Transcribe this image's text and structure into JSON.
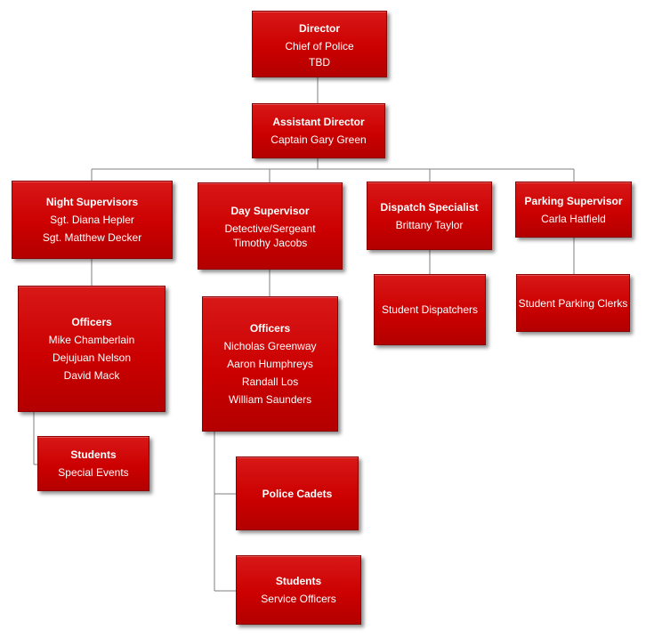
{
  "colors": {
    "box_fill": "#cc0000",
    "connector": "#7f7f7f",
    "text": "#ffffff"
  },
  "director": {
    "title": "Director",
    "lines": [
      "Chief of Police",
      "TBD"
    ]
  },
  "assistant_director": {
    "title": "Assistant Director",
    "lines": [
      "Captain Gary Green"
    ]
  },
  "night_supervisors": {
    "title": "Night Supervisors",
    "lines": [
      "Sgt. Diana Hepler",
      "Sgt. Matthew Decker"
    ]
  },
  "day_supervisor": {
    "title": "Day Supervisor",
    "lines": [
      "Detective/Sergeant",
      "Timothy Jacobs"
    ]
  },
  "dispatch_specialist": {
    "title": "Dispatch Specialist",
    "lines": [
      "Brittany Taylor"
    ]
  },
  "parking_supervisor": {
    "title": "Parking Supervisor",
    "lines": [
      "Carla Hatfield"
    ]
  },
  "night_officers": {
    "title": "Officers",
    "lines": [
      "Mike Chamberlain",
      "Dejujuan Nelson",
      "David Mack"
    ]
  },
  "day_officers": {
    "title": "Officers",
    "lines": [
      "Nicholas Greenway",
      "Aaron Humphreys",
      "Randall Los",
      "William Saunders"
    ]
  },
  "student_dispatchers": {
    "lines": [
      "Student Dispatchers"
    ]
  },
  "student_parking_clerks": {
    "lines": [
      "Student Parking Clerks"
    ]
  },
  "students_special_events": {
    "title": "Students",
    "lines": [
      "Special Events"
    ]
  },
  "police_cadets": {
    "title": "Police Cadets"
  },
  "students_service_officers": {
    "title": "Students",
    "lines": [
      "Service Officers"
    ]
  }
}
